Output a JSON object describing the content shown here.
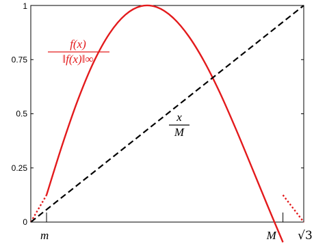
{
  "chart_data": {
    "type": "line",
    "title": "",
    "xlabel": "",
    "ylabel": "",
    "xlim": [
      0,
      1.732
    ],
    "ylim": [
      0,
      1
    ],
    "grid": false,
    "y_ticks": [
      0,
      0.25,
      0.5,
      0.75,
      1
    ],
    "y_tick_labels": [
      "0",
      "0.25",
      "0.5",
      "0.75",
      "1"
    ],
    "x_markers": [
      {
        "label": "m",
        "x": 0.1
      },
      {
        "label": "M",
        "x": 1.6
      },
      {
        "label": "√3",
        "x": 1.732
      }
    ],
    "series": [
      {
        "id": "f_normalized",
        "style": "solid",
        "color": "#e31a1c",
        "x": [
          0.1,
          0.2,
          0.3,
          0.4,
          0.5,
          0.6,
          0.7,
          0.8,
          0.9,
          1.0,
          1.1,
          1.2,
          1.3,
          1.4,
          1.5,
          1.6
        ],
        "y": [
          0.125,
          0.357,
          0.566,
          0.74,
          0.871,
          0.957,
          0.997,
          0.992,
          0.945,
          0.86,
          0.742,
          0.597,
          0.432,
          0.257,
          0.08,
          -0.093
        ]
      },
      {
        "id": "f_extension_left",
        "style": "dotted",
        "color": "#e31a1c",
        "x": [
          0,
          0.1
        ],
        "y": [
          0,
          0.125
        ]
      },
      {
        "id": "f_extension_right",
        "style": "dotted",
        "color": "#e31a1c",
        "x": [
          1.6,
          1.732
        ],
        "y": [
          0.125,
          0
        ]
      },
      {
        "id": "x_over_M",
        "style": "dashed",
        "color": "#000000",
        "x": [
          0,
          1.732
        ],
        "y": [
          0,
          1
        ]
      }
    ],
    "annotations": [
      {
        "id": "f-label",
        "numerator": "f(x)",
        "denominator": "‖f(x)‖∞",
        "color": "#e31a1c"
      },
      {
        "id": "line-label",
        "numerator": "x",
        "denominator": "M",
        "color": "#000000"
      }
    ]
  }
}
